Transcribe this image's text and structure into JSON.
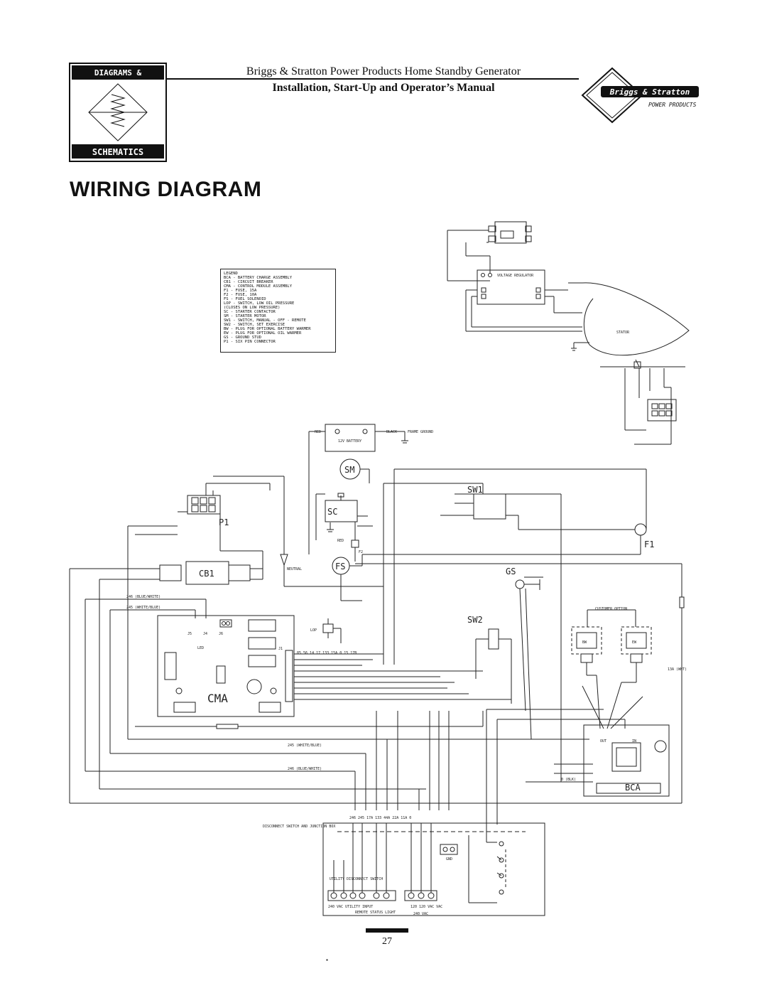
{
  "header": {
    "line1": "Briggs & Stratton Power Products Home Standby Generator",
    "line2": "Installation, Start-Up and Operator’s Manual"
  },
  "logo_left": {
    "top": "DIAGRAMS &",
    "bottom": "SCHEMATICS"
  },
  "logo_right": {
    "brand": "Briggs & Stratton",
    "sub": "POWER PRODUCTS"
  },
  "title": "WIRING DIAGRAM",
  "legend": {
    "title": "LEGEND",
    "items": [
      "BCA - BATTERY CHARGE ASSEMBLY",
      "CB1 - CIRCUIT BREAKER",
      "CMA - CONTROL MODULE ASSEMBLY",
      "F1  - FUSE, 15A",
      "F2  - FUSE, 10A",
      "FS  - FUEL SOLENOID",
      "LOP - SWITCH, LOW OIL PRESSURE",
      "      (CLOSES ON LOW PRESSURE)",
      "SC  - STARTER CONTACTOR",
      "SM  - STARTER MOTOR",
      "SW1 - SWITCH, MANUAL - OFF - REMOTE",
      "SW2 - SWITCH, SET EXERCISE",
      "BW  - PLUG FOR OPTIONAL BATTERY WARMER",
      "EW  - PLUG FOR OPTIONAL OIL WARMER",
      "GS  - GROUND STUD",
      "P1  - SIX PIN CONNECTOR"
    ]
  },
  "components": {
    "voltage_regulator": "VOLTAGE REGULATOR",
    "stator": "STATOR",
    "battery": "12V BATTERY",
    "sm": "SM",
    "sc": "SC",
    "sw1": "SW1",
    "sw2": "SW2",
    "fs": "FS",
    "gs": "GS",
    "f1": "F1",
    "f2": "F2",
    "p1": "P1",
    "cb1": "CB1",
    "cma": "CMA",
    "bca": "BCA",
    "lop": "LOP",
    "led": "LED",
    "bw": "BW",
    "ew": "EW",
    "customer_option": "CUSTOMER OPTION",
    "neutral": "NEUTRAL",
    "disconnect": "DISCONNECT SWITCH AND JUNCTION BOX",
    "utility_switch": "UTILITY DISCONNECT SWITCH",
    "gnd": "GND",
    "frame_ground": "FRAME GROUND",
    "red": "RED",
    "black": "BLACK",
    "out": "OUT",
    "in": "IN",
    "j1": "J1",
    "j5": "J5",
    "j4": "J4",
    "j6": "J6"
  },
  "wire_labels": {
    "w246bw": "246 (BLUE/WHITE)",
    "w245wb": "245 (WHITE/BLUE)",
    "w245wb2": "245 (WHITE/BLUE)",
    "w246bw2": "246 (BLUE/WHITE)",
    "w13awht": "13A (WHT)",
    "w0blk": "0 (BLK)",
    "jnums": "246 245 17A 133   44A 22A 11A  0",
    "term_240": "240 VAC UTILITY INPUT",
    "term_remote": "REMOTE STATUS LIGHT",
    "term_120": "120 120 VAC VAC",
    "term_240b": "240 VAC",
    "cma_j1": "85 56 14 17 133 15A 0 15 17B"
  },
  "page_number": "27"
}
